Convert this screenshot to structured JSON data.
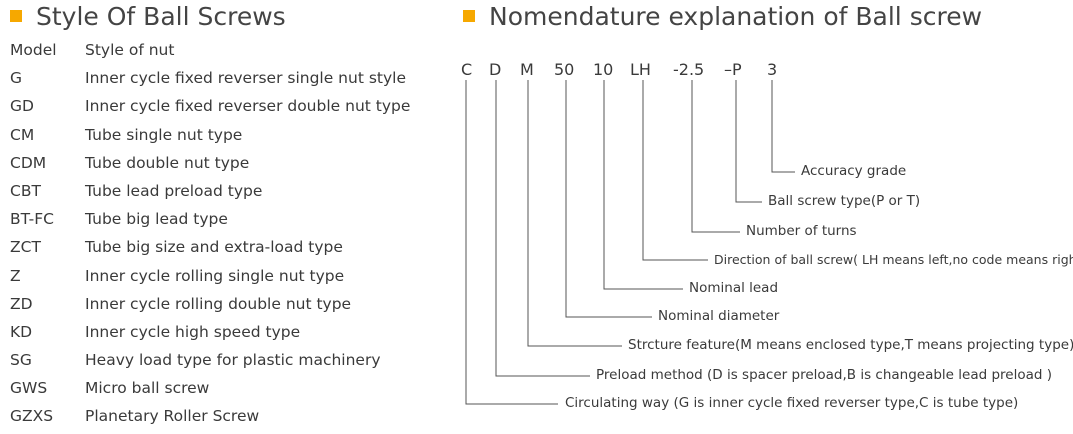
{
  "left": {
    "title": "Style Of Ball Screws",
    "header": {
      "model": "Model",
      "style": "Style of nut"
    },
    "rows": [
      {
        "model": "G",
        "style": "Inner cycle fixed reverser single nut style"
      },
      {
        "model": "GD",
        "style": "Inner cycle fixed reverser double nut type"
      },
      {
        "model": "CM",
        "style": "Tube single nut type"
      },
      {
        "model": "CDM",
        "style": "Tube double nut type"
      },
      {
        "model": "CBT",
        "style": "Tube lead preload type"
      },
      {
        "model": "BT-FC",
        "style": "Tube big lead type"
      },
      {
        "model": "ZCT",
        "style": "Tube big size and extra-load type"
      },
      {
        "model": "Z",
        "style": "Inner cycle rolling single nut type"
      },
      {
        "model": "ZD",
        "style": "Inner cycle rolling double nut type"
      },
      {
        "model": "KD",
        "style": "Inner cycle high speed type"
      },
      {
        "model": "SG",
        "style": "Heavy load type for plastic machinery"
      },
      {
        "model": "GWS",
        "style": "Micro ball screw"
      },
      {
        "model": "GZXS",
        "style": "Planetary Roller Screw"
      }
    ]
  },
  "right": {
    "title": "Nomendature explanation of Ball screw",
    "codes": [
      "C",
      "D",
      "M",
      "50",
      "10",
      "LH",
      "-2.5",
      "–P",
      "3"
    ],
    "labels": [
      "Circulating way (G is inner cycle fixed reverser type,C is tube type)",
      "Preload method (D is spacer preload,B is changeable lead preload )",
      "Strcture feature(M means enclosed type,T means projecting type)",
      "Nominal diameter",
      "Nominal lead",
      "Direction of ball screw( LH means left,no code means right )",
      "Number of turns",
      "Ball screw type(P or T)",
      "Accuracy grade"
    ]
  },
  "colors": {
    "accent": "#f6a800",
    "line": "#555555"
  }
}
